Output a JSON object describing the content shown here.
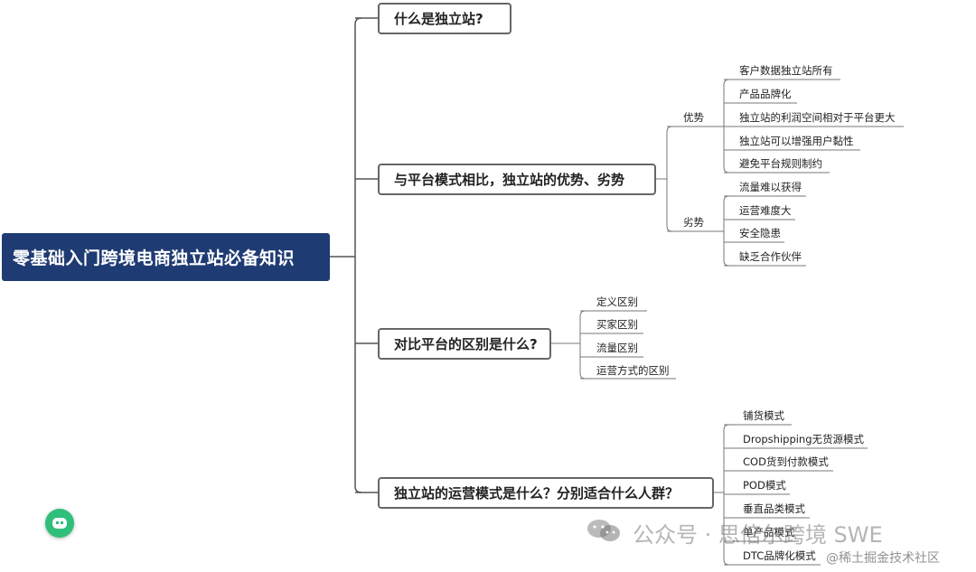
{
  "root": {
    "label": "零基础入门跨境电商独立站必备知识"
  },
  "branches": [
    {
      "label": "什么是独立站?"
    },
    {
      "label": "与平台模式相比，独立站的优势、劣势",
      "groups": [
        {
          "label": "优势",
          "items": [
            "客户数据独立站所有",
            "产品品牌化",
            "独立站的利润空间相对于平台更大",
            "独立站可以增强用户黏性",
            "避免平台规则制约"
          ]
        },
        {
          "label": "劣势",
          "items": [
            "流量难以获得",
            "运营难度大",
            "安全隐患",
            "缺乏合作伙伴"
          ]
        }
      ]
    },
    {
      "label": "对比平台的区别是什么?",
      "items": [
        "定义区别",
        "买家区别",
        "流量区别",
        "运营方式的区别"
      ]
    },
    {
      "label": "独立站的运营模式是什么？分别适合什么人群？",
      "items": [
        "铺货模式",
        "Dropshipping无货源模式",
        "COD货到付款模式",
        "POD模式",
        "垂直品类模式",
        "单产品模式",
        "DTC品牌化模式"
      ]
    }
  ],
  "watermark": {
    "main": "公众号 · 思倍尔跨境 SWE",
    "sub": "@稀土掘金技术社区"
  },
  "colors": {
    "root_bg": "#1f3b73",
    "line": "#555555",
    "node_border": "#666666"
  }
}
